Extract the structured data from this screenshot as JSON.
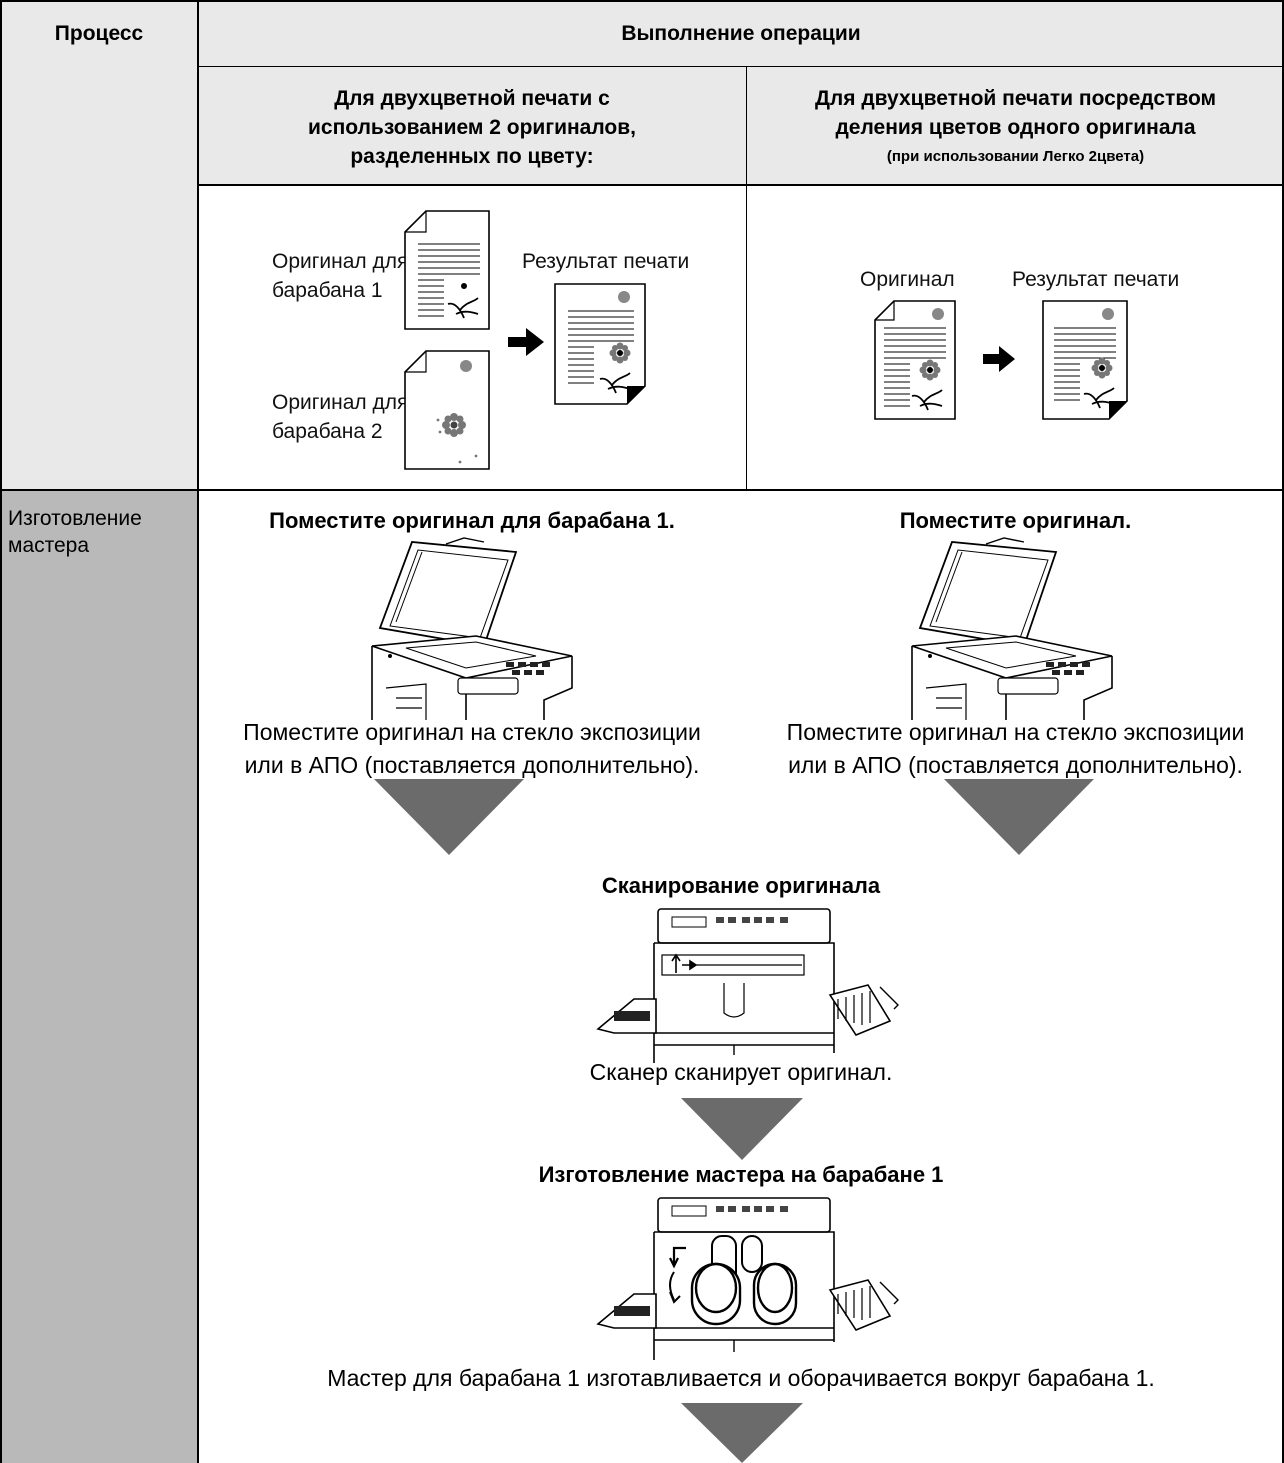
{
  "table": {
    "process_header": "Процесс",
    "operation_header": "Выполнение операции",
    "col_left": {
      "title_lines": [
        "Для двухцветной печати с",
        "использованием 2 оригиналов,",
        "разделенных по цвету:"
      ],
      "original_1": [
        "Оригинал для",
        "барабана 1"
      ],
      "original_2": [
        "Оригинал для",
        "барабана 2"
      ],
      "result": "Результат печати"
    },
    "col_right": {
      "title_lines": [
        "Для двухцветной печати посредством",
        "деления цветов одного оригинала"
      ],
      "subtitle": "(при использовании Легко 2цвета)",
      "original": "Оригинал",
      "result": "Результат печати"
    }
  },
  "process": {
    "label_lines": [
      "Изготовление",
      "мастера"
    ],
    "left_step": {
      "title": "Поместите оригинал для барабана 1.",
      "desc_lines": [
        "Поместите оригинал на стекло экспозиции",
        "или в АПО (поставляется дополнительно)."
      ]
    },
    "right_step": {
      "title": "Поместите оригинал.",
      "desc_lines": [
        "Поместите оригинал на стекло экспозиции",
        "или в АПО (поставляется дополнительно)."
      ]
    },
    "scan_step": {
      "title": "Сканирование оригинала",
      "desc": "Сканер сканирует оригинал."
    },
    "master_step": {
      "title": "Изготовление мастера на барабане 1",
      "desc": "Мастер для барабана 1 изготавливается и оборачивается вокруг барабана 1."
    }
  }
}
